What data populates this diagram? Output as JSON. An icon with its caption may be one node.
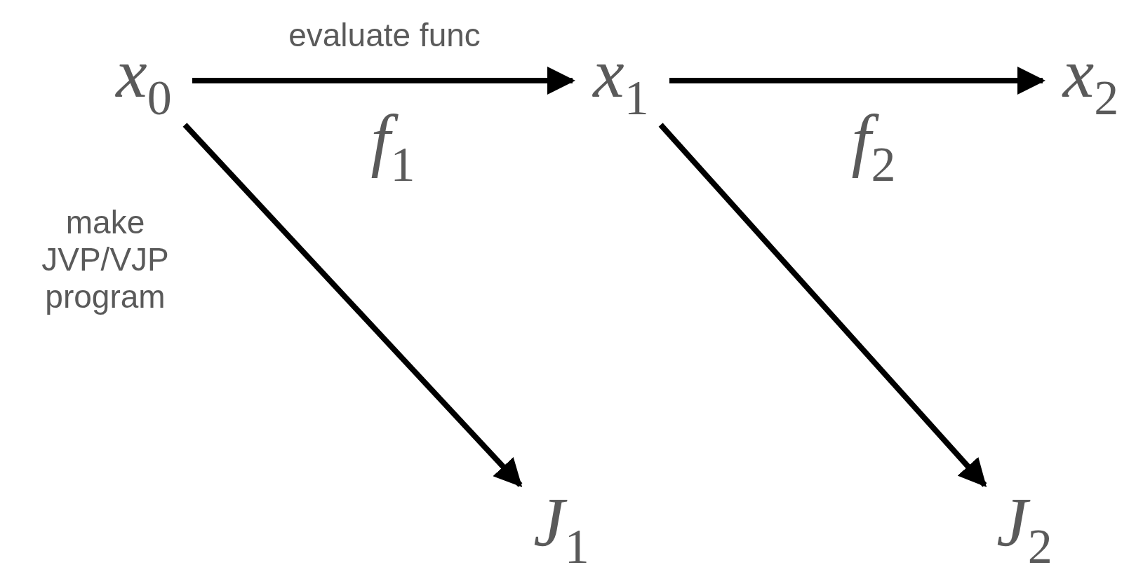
{
  "diagram": {
    "nodes": [
      {
        "text": [
          "*x*$_{0}$"
        ]
      },
      {
        "text": [
          "*x*$_{1}$"
        ]
      },
      {
        "text": [
          "*x*$_{2}$"
        ]
      },
      {
        "text": [
          "*J*$_{1}$"
        ]
      },
      {
        "text": [
          "*J*$_{2}$"
        ]
      }
    ],
    "edges": [
      {
        "from": 0,
        "to": 1,
        "arrow": "to",
        "label": "*f*$_{1}$"
      },
      {
        "from": 1,
        "to": 2,
        "arrow": "to",
        "label": "*f*$_{2}$"
      },
      {
        "from": 0,
        "to": 3,
        "arrow": "to"
      },
      {
        "from": 1,
        "to": 4,
        "arrow": "to"
      }
    ],
    "labels": [
      "evaluate func",
      "make JVP/VJP program"
    ]
  }
}
